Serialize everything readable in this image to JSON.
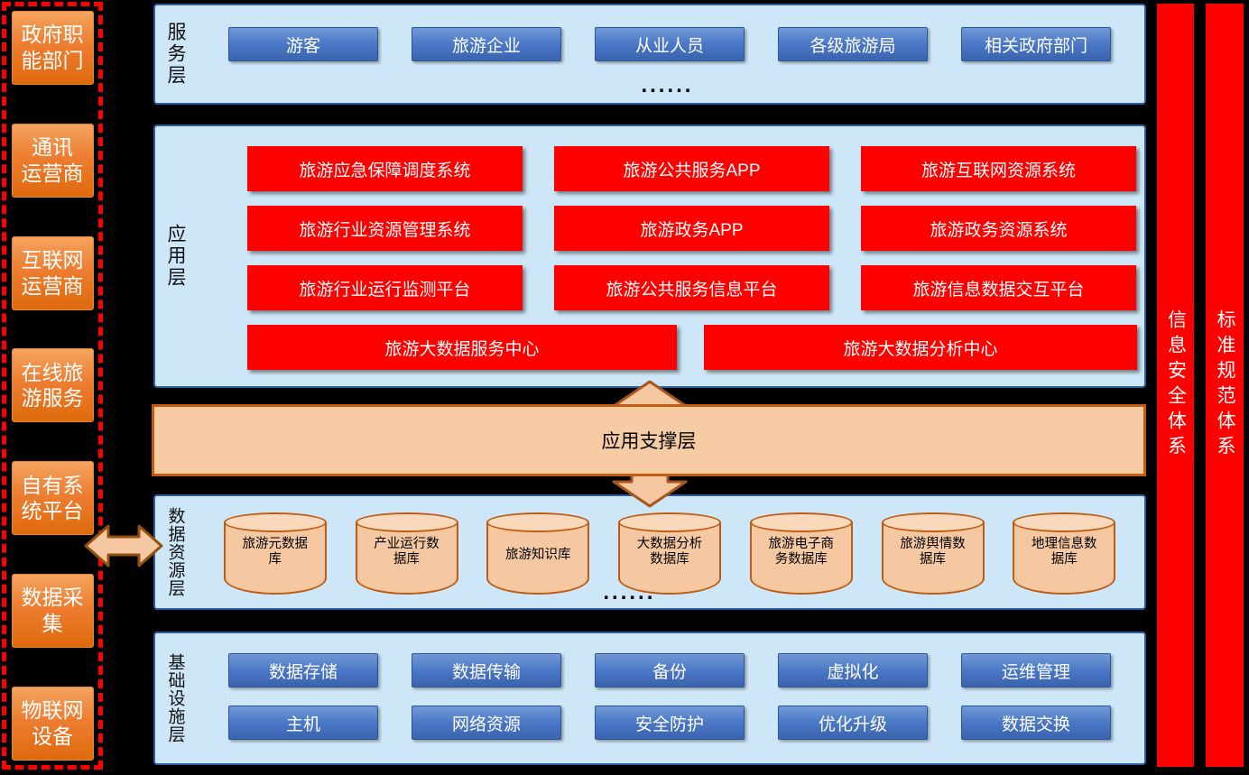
{
  "left_sources": {
    "items": [
      "政府职\n能部门",
      "通讯\n运营商",
      "互联网\n运营商",
      "在线旅\n游服务",
      "自有系\n统平台",
      "数据采\n集",
      "物联网\n设备"
    ]
  },
  "layers": {
    "service": {
      "label": "服务层",
      "buttons": [
        "游客",
        "旅游企业",
        "从业人员",
        "各级旅游局",
        "相关政府部门"
      ],
      "ellipsis": "......"
    },
    "application": {
      "label": "应用层",
      "grid": [
        [
          "旅游应急保障调度系统",
          "旅游公共服务APP",
          "旅游互联网资源系统"
        ],
        [
          "旅游行业资源管理系统",
          "旅游政务APP",
          "旅游政务资源系统"
        ],
        [
          "旅游行业运行监测平台",
          "旅游公共服务信息平台",
          "旅游信息数据交互平台"
        ]
      ],
      "wide": [
        "旅游大数据服务中心",
        "旅游大数据分析中心"
      ]
    },
    "support": {
      "label": "应用支撑层"
    },
    "data": {
      "label": "数据资源层",
      "databases": [
        "旅游元数据\n库",
        "产业运行数\n据库",
        "旅游知识库",
        "大数据分析\n数据库",
        "旅游电子商\n务数据库",
        "旅游舆情数\n据库",
        "地理信息数\n据库"
      ],
      "ellipsis": "......"
    },
    "infrastructure": {
      "label": "基础设施层",
      "grid": [
        [
          "数据存储",
          "数据传输",
          "备份",
          "虚拟化",
          "运维管理"
        ],
        [
          "主机",
          "网络资源",
          "安全防护",
          "优化升级",
          "数据交换"
        ]
      ]
    }
  },
  "right_bars": [
    "信息安全体系",
    "标准规范体系"
  ],
  "colors": {
    "background": "#000000",
    "panel_bg": "#cee7f8",
    "panel_border": "#2e5e9e",
    "blue_button": "#4472c4",
    "red_button": "#fe0000",
    "orange_box": "#ed7d31",
    "dashed_border": "#ff0000",
    "banner_bg": "#f7cba4",
    "banner_border": "#c55a11",
    "cylinder_bg": "#f5c8a2",
    "cylinder_border": "#bf5b12",
    "arrow_fill": "#f5c8a2",
    "arrow_border": "#94500f",
    "right_bar": "#fe0000"
  }
}
